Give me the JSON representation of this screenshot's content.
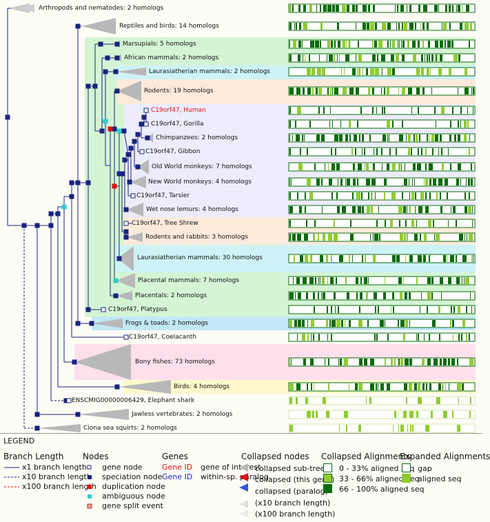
{
  "tree_labels": [
    {
      "id": "arthropods",
      "text": "Arthropods and nematodes: 2 homologs"
    },
    {
      "id": "reptiles",
      "text": "Reptiles and birds: 14 homologs"
    },
    {
      "id": "marsupials",
      "text": "Marsupials: 5 homologs"
    },
    {
      "id": "african",
      "text": "African mammals: 2 homologs"
    },
    {
      "id": "laura1",
      "text": "Laurasiatherian mammals: 2 homologs"
    },
    {
      "id": "rodents",
      "text": "Rodents: 19 homologs"
    },
    {
      "id": "human",
      "text": "C19orf47, Human",
      "highlight": true
    },
    {
      "id": "gorilla",
      "text": "C19orf47, Gorilla"
    },
    {
      "id": "chimp",
      "text": "Chimpanzees: 2 homologs"
    },
    {
      "id": "gibbon",
      "text": "C19orf47, Gibbon"
    },
    {
      "id": "owm",
      "text": "Old World monkeys: 7 homologs"
    },
    {
      "id": "nwm",
      "text": "New World monkeys: 4 homologs"
    },
    {
      "id": "tarsier",
      "text": "C19orf47, Tarsier"
    },
    {
      "id": "lemurs",
      "text": "Wet nose lemurs: 4 homologs"
    },
    {
      "id": "shrew",
      "text": "C19orf47, Tree Shrew"
    },
    {
      "id": "rabbits",
      "text": "Rodents and rabbits: 3 homologs"
    },
    {
      "id": "laura30",
      "text": "Laurasiatherian mammals: 30 homologs"
    },
    {
      "id": "placental7",
      "text": "Placental mammals: 7 homologs"
    },
    {
      "id": "placentals2",
      "text": "Placentals: 2 homologs"
    },
    {
      "id": "platypus",
      "text": "C19orf47, Platypus"
    },
    {
      "id": "frogs",
      "text": "Frogs & toads: 2 homologs"
    },
    {
      "id": "coela",
      "text": "C19orf47, Coelacanth"
    },
    {
      "id": "bony",
      "text": "Bony fishes: 73 homologs"
    },
    {
      "id": "birds",
      "text": "Birds: 4 homologs"
    },
    {
      "id": "shark",
      "text": "ENSCMIG00000006429, Elephant shark"
    },
    {
      "id": "jawless",
      "text": "Jawless vertebrates: 2 homologs"
    },
    {
      "id": "ciona",
      "text": "Ciona sea squirts: 2 homologs"
    }
  ],
  "legend": {
    "title": "LEGEND",
    "branch_length": {
      "heading": "Branch Length",
      "items": [
        "x1 branch length",
        "x10 branch length",
        "x100 branch length"
      ]
    },
    "nodes": {
      "heading": "Nodes",
      "items": [
        "gene node",
        "speciation node",
        "duplication node",
        "ambiguous node",
        "gene split event"
      ]
    },
    "genes": {
      "heading": "Genes",
      "id_label": "Gene ID",
      "items": [
        "gene of interest",
        "within-sp. paralog"
      ]
    },
    "collapsed_nodes": {
      "heading": "Collapsed nodes",
      "items": [
        "collapsed sub-tree",
        "collapsed (this gene)",
        "collapsed (paralog)",
        "(x10 branch length)",
        "(x100 branch length)"
      ]
    },
    "collapsed_alignments": {
      "heading": "Collapsed Alignments",
      "items": [
        "0 - 33% aligned seq",
        "33 - 66% aligned seq",
        "66 - 100% aligned seq"
      ]
    },
    "expanded_alignments": {
      "heading": "Expanded Alignments",
      "items": [
        "gap",
        "aligned seq"
      ]
    }
  },
  "colors": {
    "branch": "#1a237e",
    "collapsed_triangle": "#b8b8b8",
    "highlight_text": "#dd1111",
    "gene_id_red": "#dd1111",
    "gene_id_blue": "#2222cc",
    "band_green": "#d4f4d4",
    "band_cyan": "#cdf3f6",
    "band_peach": "#fdeadb",
    "band_lavender": "#ececfc",
    "band_blue": "#c2e8f6",
    "band_pink": "#fde0ec",
    "band_yellow": "#fdf8cc",
    "align_dark": "#0b6b0b",
    "align_light": "#8fcc2f"
  }
}
